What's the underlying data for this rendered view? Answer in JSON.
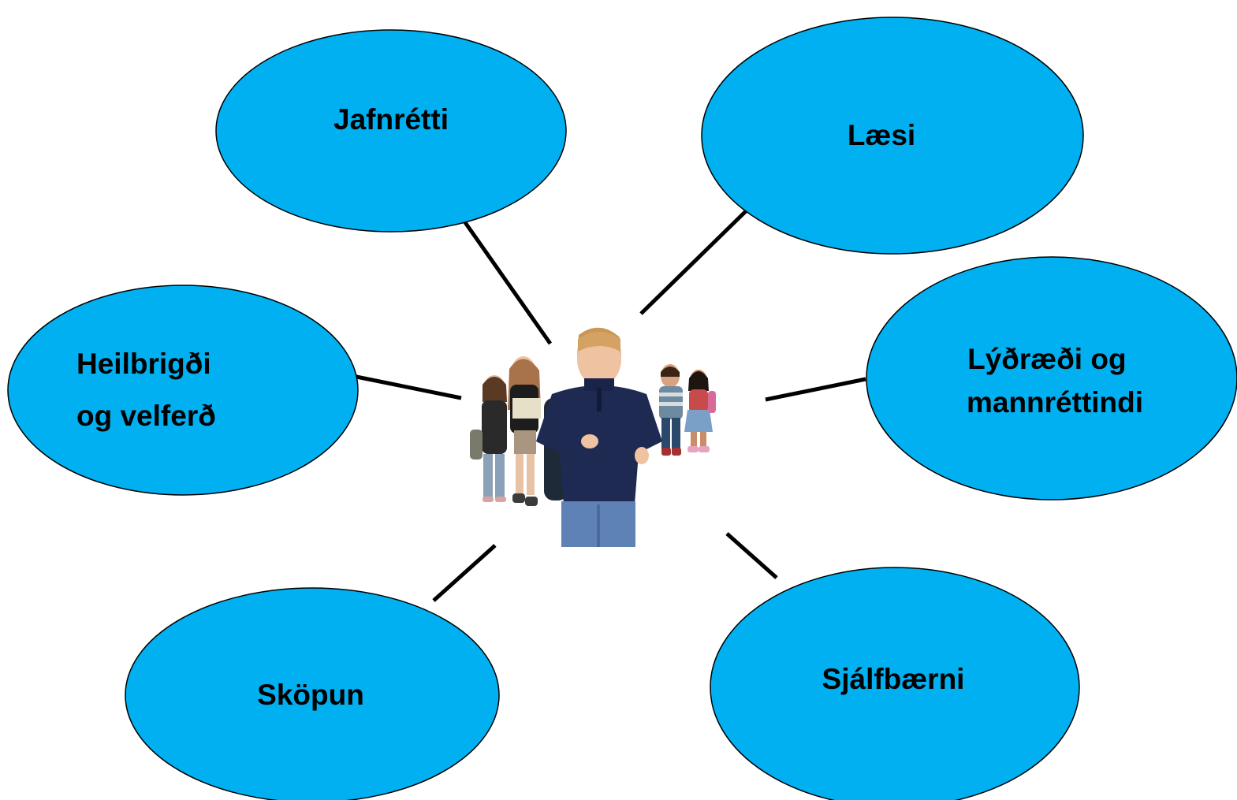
{
  "colors": {
    "node_fill": "#00b0f0",
    "node_stroke": "#000000",
    "connector": "#000000",
    "background": "#ffffff"
  },
  "nodes": [
    {
      "id": "jafnretti",
      "lines": [
        "Jafnrétti"
      ]
    },
    {
      "id": "laesi",
      "lines": [
        "Læsi"
      ]
    },
    {
      "id": "heilbrigdi",
      "lines": [
        "Heilbrigði",
        "og velferð"
      ]
    },
    {
      "id": "lydraedi",
      "lines": [
        "Lýðræði og",
        "mannréttindi"
      ]
    },
    {
      "id": "skopun",
      "lines": [
        "Sköpun"
      ]
    },
    {
      "id": "sjalfbaerni",
      "lines": [
        "Sjálfbærni"
      ]
    }
  ],
  "center_image": {
    "icon": "students-group-photo",
    "description_visible": false
  }
}
